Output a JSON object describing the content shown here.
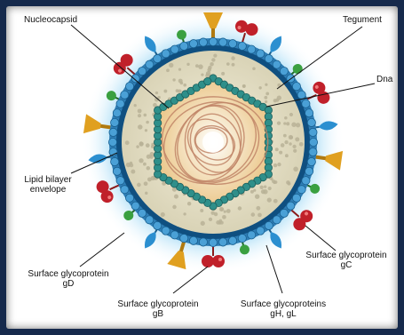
{
  "colors": {
    "frame": "#162a4c",
    "membrane": "#2f7fb7",
    "membrane_dark": "#0f4f80",
    "tegument": "#e2dcc2",
    "capsid_fill": "#f1d8a6",
    "capsomere": "#2f8f8a",
    "dna": "#c08466",
    "gD": "#c0202a",
    "gB": "#e0a020",
    "gH": "#2b8fd0",
    "gC": "#3aa040"
  },
  "labels": {
    "nucleocapsid": "Nucleocapsid",
    "tegument": "Tegument",
    "dna": "Dna",
    "lipid_line1": "Lipid bilayer",
    "lipid_line2": "envelope",
    "gc_line1": "Surface glycoprotein",
    "gc_line2": "gC",
    "gd_line1": "Surface glycoprotein",
    "gd_line2": "gD",
    "gb_line1": "Surface glycoprotein",
    "gb_line2": "gB",
    "gh_line1": "Surface glycoproteins",
    "gh_line2": "gH, gL"
  }
}
